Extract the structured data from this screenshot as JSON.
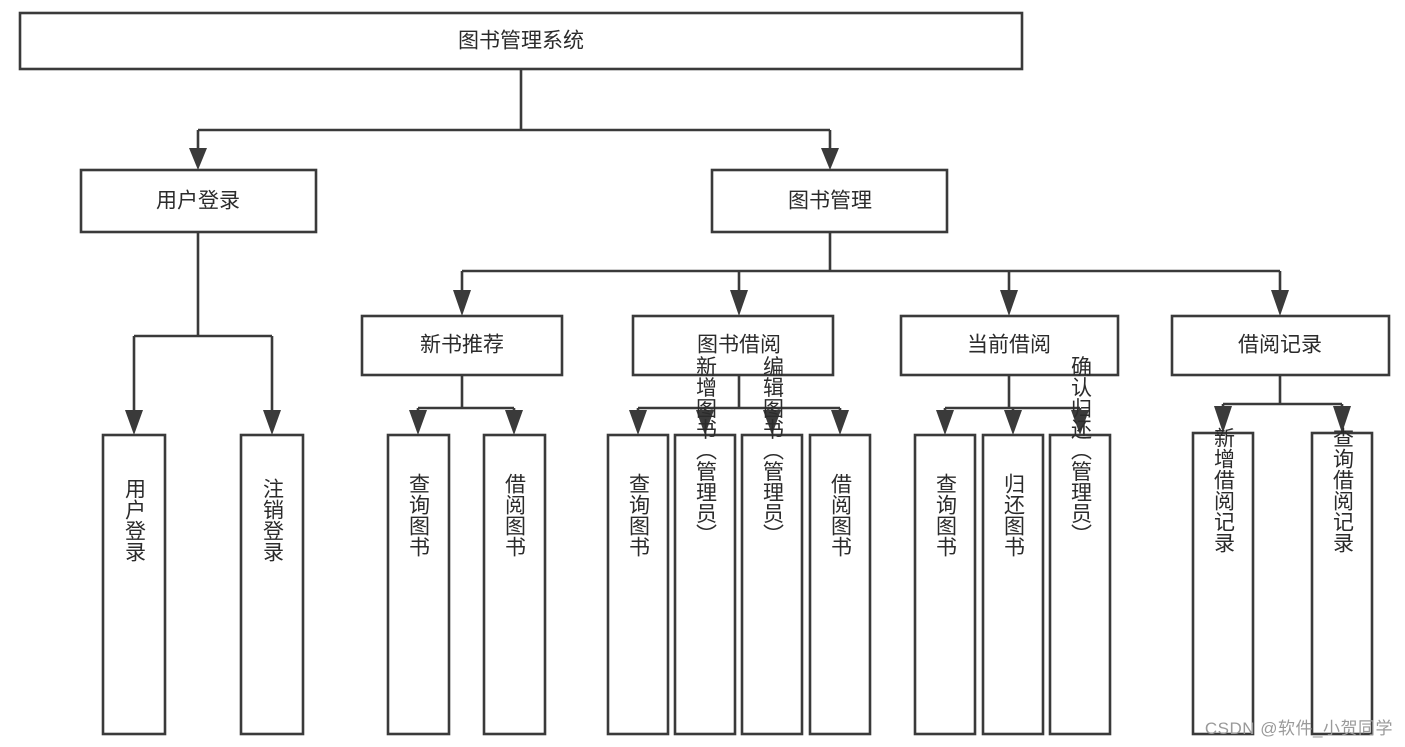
{
  "diagram": {
    "title": "图书管理系统",
    "type": "tree-hierarchy-diagram",
    "watermark": "CSDN @软件_小贺同学",
    "colors": {
      "box_stroke": "#3a3a3a",
      "box_fill": "#ffffff",
      "text": "#2b2b2b",
      "connector": "#3a3a3a",
      "watermark": "#9a9a9a",
      "background": "#ffffff"
    },
    "root": {
      "label": "图书管理系统",
      "orientation": "horizontal"
    },
    "level2": [
      {
        "label": "用户登录",
        "orientation": "horizontal"
      },
      {
        "label": "图书管理",
        "orientation": "horizontal"
      }
    ],
    "level3": [
      {
        "label": "新书推荐",
        "orientation": "horizontal"
      },
      {
        "label": "图书借阅",
        "orientation": "horizontal"
      },
      {
        "label": "当前借阅",
        "orientation": "horizontal"
      },
      {
        "label": "借阅记录",
        "orientation": "horizontal"
      }
    ],
    "leaves": {
      "user_login": [
        {
          "label": "用户登录",
          "orientation": "vertical"
        },
        {
          "label": "注销登录",
          "orientation": "vertical"
        }
      ],
      "new_book_recommend": [
        {
          "label": "查询图书",
          "orientation": "vertical"
        },
        {
          "label": "借阅图书",
          "orientation": "vertical"
        }
      ],
      "book_borrow": [
        {
          "label": "查询图书",
          "orientation": "vertical"
        },
        {
          "label": "新增图书（管理员）",
          "orientation": "vertical"
        },
        {
          "label": "编辑图书（管理员）",
          "orientation": "vertical"
        },
        {
          "label": "借阅图书",
          "orientation": "vertical"
        }
      ],
      "current_borrow": [
        {
          "label": "查询图书",
          "orientation": "vertical"
        },
        {
          "label": "归还图书",
          "orientation": "vertical"
        },
        {
          "label": "确认归还（管理员）",
          "orientation": "vertical"
        }
      ],
      "borrow_record": [
        {
          "label": "新增借阅记录",
          "orientation": "vertical"
        },
        {
          "label": "查询借阅记录",
          "orientation": "vertical"
        }
      ]
    }
  }
}
